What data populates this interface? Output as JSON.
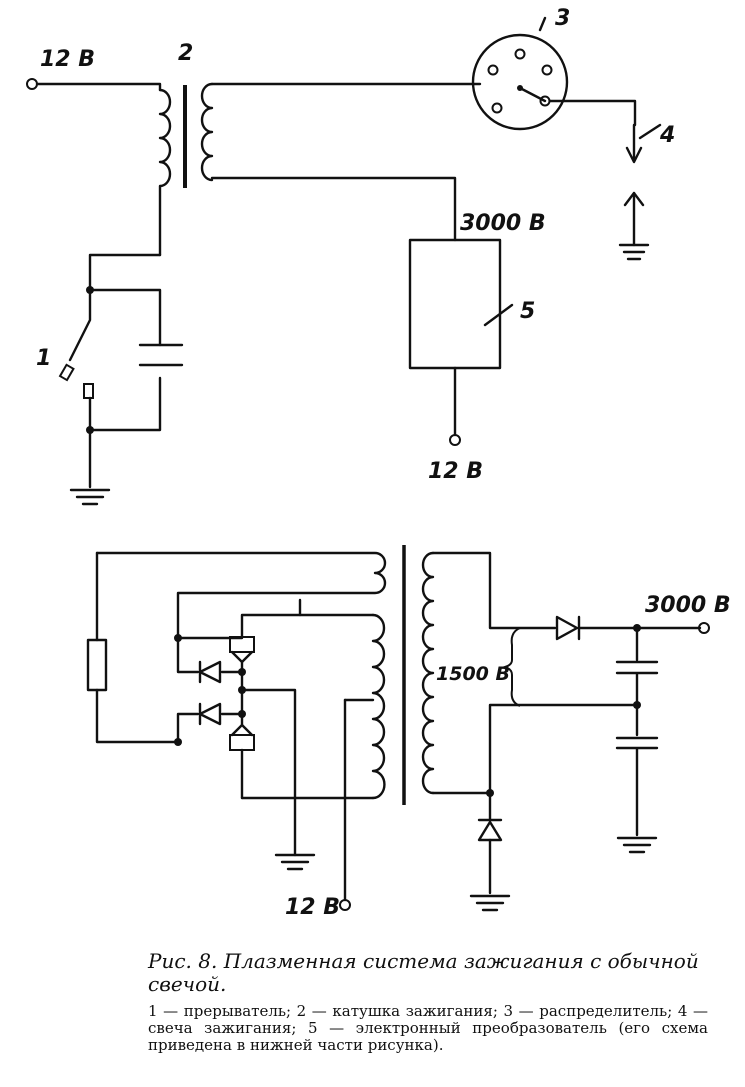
{
  "top_circuit": {
    "labels": {
      "v12_input": "12 В",
      "coil_num": "2",
      "distributor_num": "3",
      "spark_plug_num": "4",
      "converter_num": "5",
      "breaker_num": "1",
      "v3000": "3000 В",
      "v12_converter": "12 В"
    }
  },
  "bottom_circuit": {
    "labels": {
      "v3000_out": "3000 В",
      "v1500": "1500 В",
      "v12_input": "12 В"
    }
  },
  "caption": {
    "title": "Рис. 8. Плазменная система зажигания с обычной свечой.",
    "legend": "1 — прерыватель; 2 — катушка зажигания; 3 — распределитель; 4 — свеча зажигания; 5 — электронный преобразователь (его схема приведена в нижней части рисунка)."
  }
}
